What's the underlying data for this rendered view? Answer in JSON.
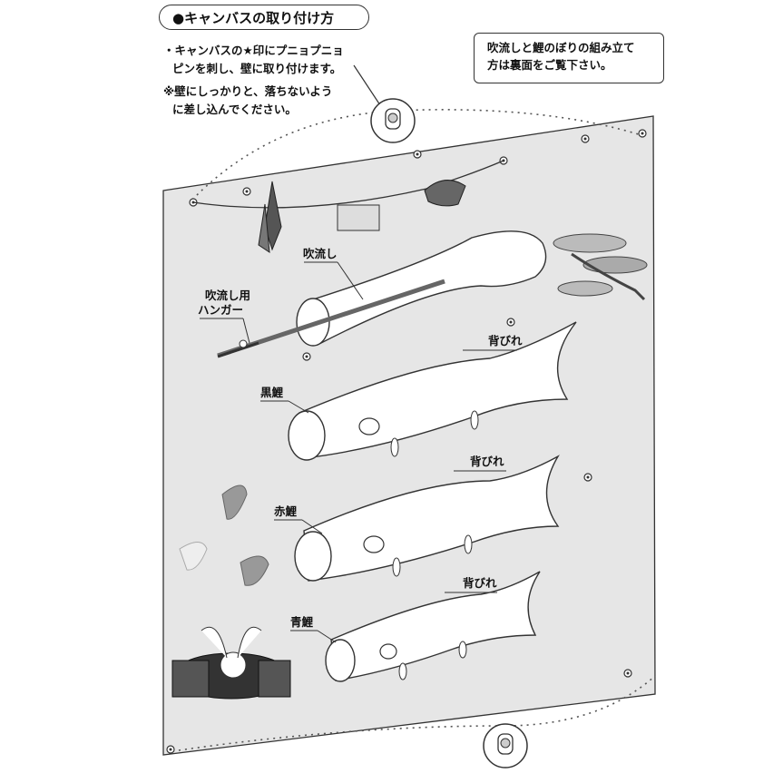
{
  "title": "●キャンバスの取り付け方",
  "instructions": {
    "line1": "・キャンバスの★印にプニョプニョ",
    "line2": "ピンを刺し、壁に取り付けます。",
    "line3": "※壁にしっかりと、落ちないよう",
    "line4": "に差し込んでください。"
  },
  "note": {
    "line1": "吹流しと鯉のぼりの組み立て",
    "line2": "方は裏面をご覧下さい。"
  },
  "labels": {
    "fukinagashi": "吹流し",
    "hanger_line1": "吹流し用",
    "hanger_line2": "ハンガー",
    "kuro_koi": "黒鯉",
    "aka_koi": "赤鯉",
    "ao_koi": "青鯉",
    "sebire": "背びれ"
  },
  "icons": [
    "push-pin-icon",
    "star-mark-icon"
  ]
}
